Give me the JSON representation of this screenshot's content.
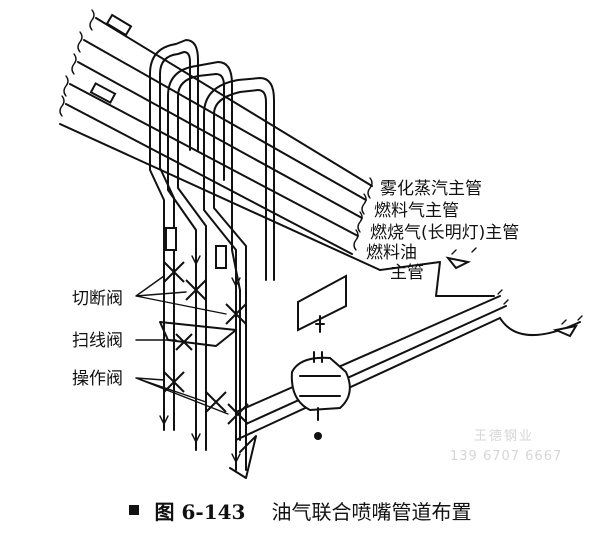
{
  "pipes": {
    "atomizing_steam_main": "雾化蒸汽主管",
    "fuel_gas_main": "燃料气主管",
    "pilot_gas_main": "燃烧气(长明灯)主管",
    "fuel_oil": "燃料油",
    "fuel_oil_main_suffix": "主管"
  },
  "valves": {
    "cutoff_valve": "切断阀",
    "sweep_valve": "扫线阀",
    "operating_valve": "操作阀"
  },
  "caption": {
    "figure_number": "图 6-143",
    "title": "油气联合喷嘴管道布置"
  },
  "watermark": {
    "company": "王德钢业",
    "phone": "139 6707 6667"
  }
}
